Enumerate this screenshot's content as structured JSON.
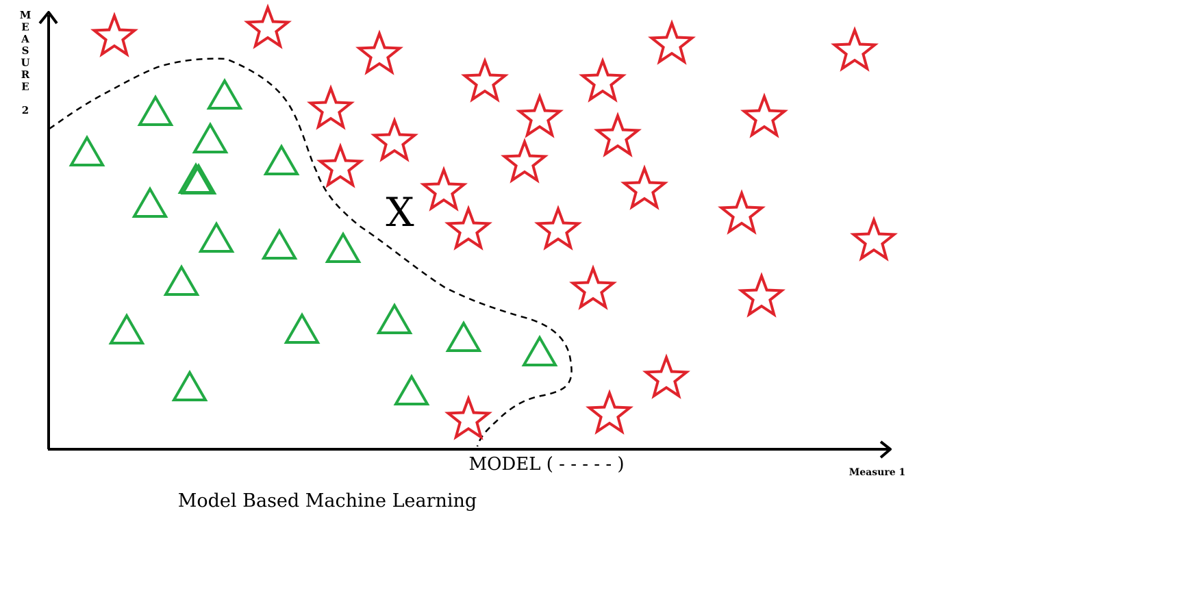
{
  "diagram": {
    "caption": "Model Based Machine Learning",
    "x_axis_label": "Measure 1",
    "y_axis_label": "MEASURE 2",
    "y_axis_label_letters": [
      "M",
      "E",
      "A",
      "S",
      "U",
      "R",
      "E",
      "",
      "2"
    ],
    "model_label": "MODEL ( - - - - - )",
    "query_marker": "X",
    "colors": {
      "class_a": "#22aa44",
      "class_b": "#e0242c",
      "axis": "#000000",
      "boundary": "#000000"
    }
  },
  "chart_data": {
    "type": "scatter",
    "title": "Model Based Machine Learning",
    "xlabel": "Measure 1",
    "ylabel": "MEASURE 2",
    "xlim": [
      0,
      1230
    ],
    "ylim": [
      0,
      650
    ],
    "grid": false,
    "series": [
      {
        "marker": "triangle",
        "color": "#22aa44",
        "points": [
          [
            56,
            431
          ],
          [
            156,
            490
          ],
          [
            257,
            514
          ],
          [
            236,
            450
          ],
          [
            219,
            390
          ],
          [
            340,
            418
          ],
          [
            337,
            295
          ],
          [
            430,
            290
          ],
          [
            245,
            305
          ],
          [
            148,
            356
          ],
          [
            215,
            391
          ],
          [
            194,
            242
          ],
          [
            114,
            171
          ],
          [
            206,
            88
          ],
          [
            505,
            186
          ],
          [
            606,
            160
          ],
          [
            717,
            139
          ],
          [
            370,
            172
          ],
          [
            530,
            82
          ]
        ]
      },
      {
        "marker": "star",
        "color": "#e0242c",
        "points": [
          [
            96,
            602
          ],
          [
            320,
            614
          ],
          [
            483,
            576
          ],
          [
            412,
            496
          ],
          [
            426,
            411
          ],
          [
            505,
            449
          ],
          [
            577,
            377
          ],
          [
            637,
            536
          ],
          [
            717,
            484
          ],
          [
            695,
            418
          ],
          [
            613,
            320
          ],
          [
            744,
            320
          ],
          [
            809,
            536
          ],
          [
            831,
            456
          ],
          [
            870,
            379
          ],
          [
            910,
            591
          ],
          [
            1177,
            581
          ],
          [
            1045,
            484
          ],
          [
            1012,
            343
          ],
          [
            1205,
            304
          ],
          [
            1041,
            222
          ],
          [
            795,
            233
          ],
          [
            902,
            103
          ],
          [
            819,
            51
          ],
          [
            613,
            43
          ]
        ]
      }
    ],
    "query_point": [
      514,
      343
    ]
  }
}
